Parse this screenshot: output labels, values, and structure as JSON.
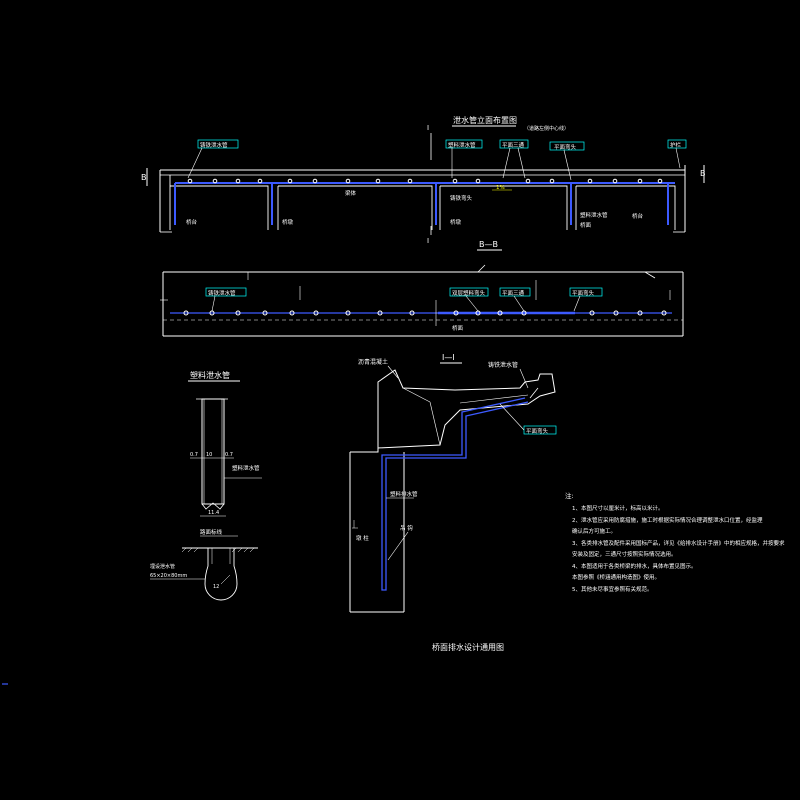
{
  "drawing": {
    "title": "桥面排水设计通用图",
    "elevation_title": "泄水管立面布置图",
    "elevation_subtitle": "（道路左侧中心线）",
    "section_label": "B—B",
    "section_i_label": "I—I",
    "section_i_mark": "I",
    "section_b_mark": "B"
  },
  "elevation_labels": {
    "pipe_left": "铸铁泄水管",
    "pipe_mid": "塑料泄水管",
    "tee": "平面三通",
    "elbow": "平面弯头",
    "guardrail": "护栏",
    "beam": "梁体",
    "bridge_deck": "桥面",
    "pier_left": "桥台",
    "pier": "桥墩",
    "pier_mid": "桥墩",
    "pipe_right": "塑料泄水管",
    "right_pier": "桥台",
    "slope_value": "1%",
    "mid_label": "铸铁弯头"
  },
  "plan_labels": {
    "pipe_left": "铸铁泄水管",
    "pipe_mid": "双层塑料弯头",
    "tee": "平面三通",
    "elbow": "平面弯头",
    "deck": "桥面"
  },
  "detail_left": {
    "title": "塑料泄水管",
    "dim_a": "0.7",
    "dim_b": "10",
    "dim_c": "0.7",
    "label": "塑料泄水管",
    "bottom_dim": "11.4",
    "ground_label": "路面标线",
    "size_label": "埋设泄水管",
    "size_value": "65×20×80mm",
    "radius": "12"
  },
  "section_labels": {
    "drain_top": "沥青混凝土",
    "drain_pipe": "铸铁泄水管",
    "elbow": "平面弯头",
    "vertical_pipe": "塑料排水管",
    "bracket": "吊 钩",
    "pier_label": "墩 柱"
  },
  "notes": {
    "heading": "注:",
    "items": [
      "1、本图尺寸以厘米计，标高以米计。",
      "2、泄水管应采用防腐措施，施工时根据实际情况合理调整泄水口位置，经监理",
      "   确认后方可施工。",
      "3、各类排水管及配件采用国标产品，详见《给排水设计手册》中的相应规格，并按要求",
      "   安装及固定，三通尺寸按照实际情况选用。",
      "4、本图适用于各类桥梁的排水，具体布置见图示。",
      "   本图参照《桥涵通用构造图》使用。",
      "5、其他未尽事宜参照有关规范。"
    ]
  },
  "colors": {
    "background": "#000000",
    "outline": "#ffffff",
    "pipe": "#3c5aff",
    "label_box": "#00ffff",
    "accent": "#ffff00"
  }
}
